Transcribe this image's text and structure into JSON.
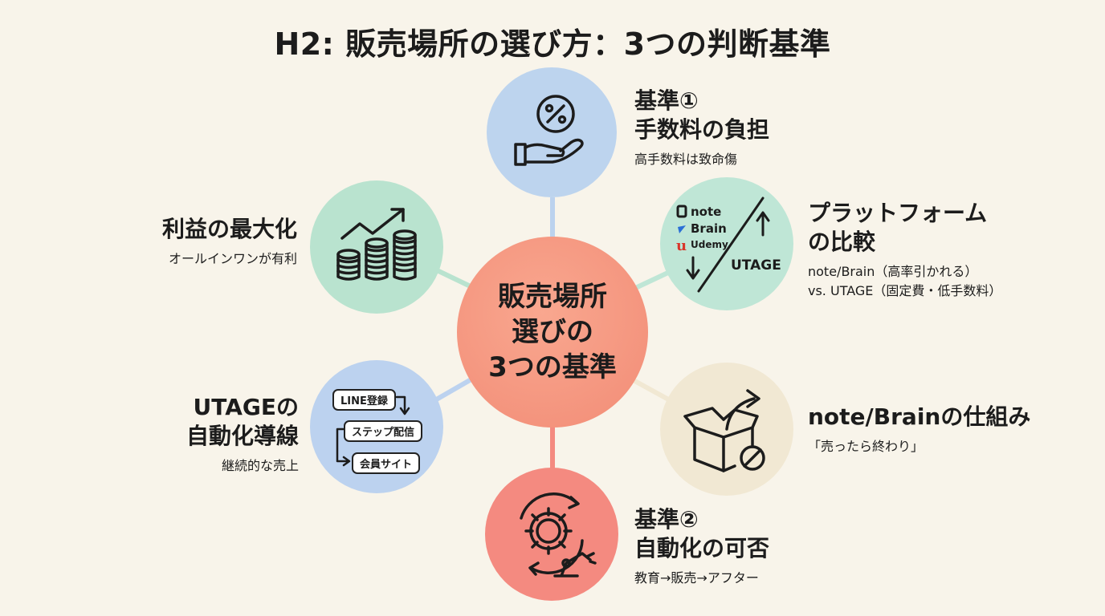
{
  "title": "H2: 販売場所の選び方：3つの判断基準",
  "center": {
    "lines": [
      "販売場所",
      "選びの",
      "3つの基準"
    ]
  },
  "nodes": {
    "top": {
      "heading_1": "基準①",
      "heading_2": "手数料の負担",
      "sub": "高手数料は致命傷",
      "icon": "percent-hand-icon"
    },
    "left": {
      "heading": "利益の最大化",
      "sub": "オールインワンが有利",
      "icon": "growth-coins-icon"
    },
    "right": {
      "heading_1": "プラットフォーム",
      "heading_2": "の比較",
      "sub_1": "note/Brain（高率引かれる）",
      "sub_2": "vs. UTAGE（固定費・低手数料）",
      "icon": "platform-compare-icon",
      "brands": [
        "note",
        "Brain",
        "Udemy"
      ],
      "utage": "UTAGE"
    },
    "bottom_left": {
      "heading_1": "UTAGEの",
      "heading_2": "自動化導線",
      "sub": "継続的な売上",
      "icon": "automation-flow-icon",
      "flow": [
        "LINE登録",
        "ステップ配信",
        "会員サイト"
      ]
    },
    "bottom_right": {
      "heading": "note/Brainの仕組み",
      "sub": "「売ったら終わり」",
      "icon": "open-box-no-icon"
    },
    "bottom": {
      "heading_1": "基準②",
      "heading_2": "自動化の可否",
      "sub": "教育→販売→アフター",
      "icon": "gear-robot-arm-icon"
    }
  },
  "colors": {
    "background": "#f8f4ea",
    "center": "#f28c76",
    "top": "#bdd4ee",
    "left": "#b9e3cf",
    "right": "#bfe6d6",
    "bottom_left": "#bcd2ef",
    "bottom_right": "#f1e8d3",
    "bottom": "#f48a80"
  }
}
